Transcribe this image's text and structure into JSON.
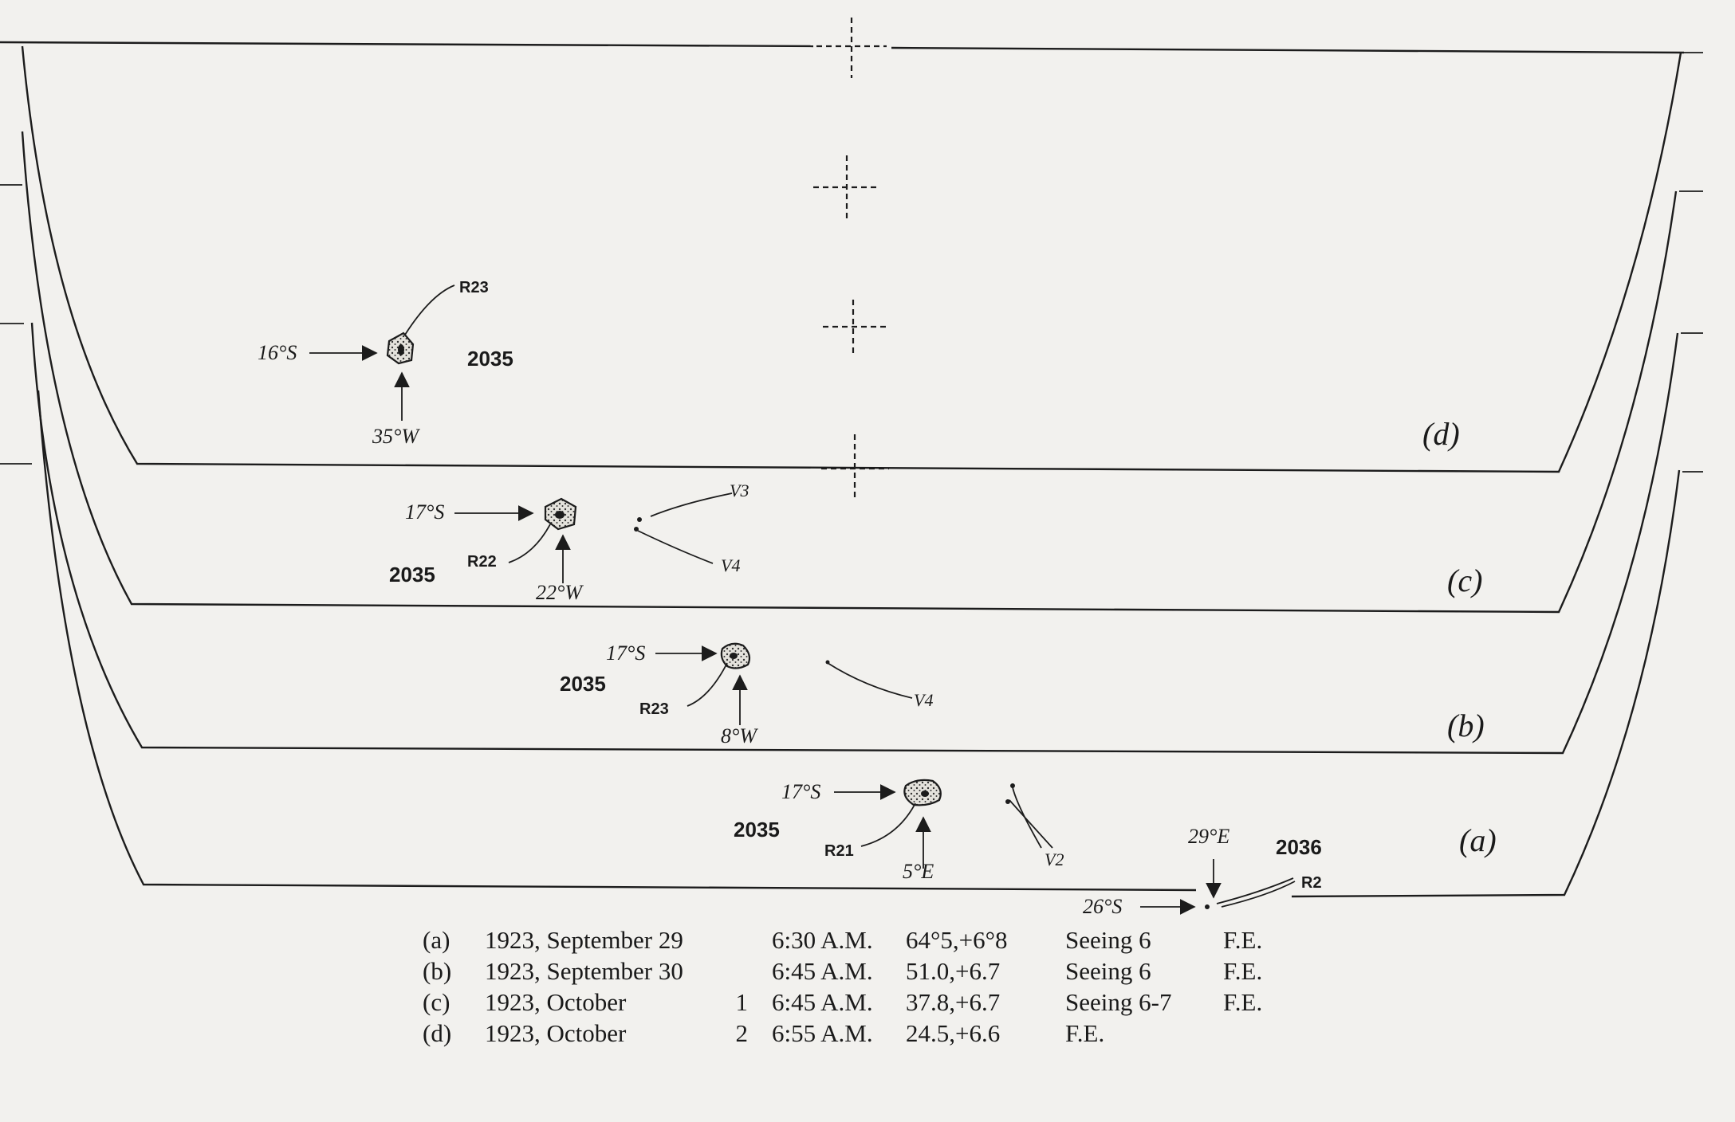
{
  "panels": [
    {
      "id": "(d)",
      "spot": "2035",
      "lat": "16°S",
      "lon": "35°W",
      "ref": "R23",
      "markers": []
    },
    {
      "id": "(c)",
      "spot": "2035",
      "lat": "17°S",
      "lon": "22°W",
      "ref": "R22",
      "markers": [
        "V3",
        "V4"
      ]
    },
    {
      "id": "(b)",
      "spot": "2035",
      "lat": "17°S",
      "lon": "8°W",
      "ref": "R23",
      "markers": [
        "V4"
      ]
    },
    {
      "id": "(a)",
      "spot": "2035",
      "lat": "17°S",
      "lon": "5°E",
      "ref": "R21",
      "markers": [
        "V2"
      ],
      "second_spot": {
        "spot": "2036",
        "lat": "26°S",
        "lon": "29°E",
        "ref": "R2"
      }
    }
  ],
  "captions": [
    {
      "id": "(a)",
      "date": "1923, September 29",
      "day": "",
      "time": "6:30 A.M.",
      "pos": "64°5,+6°8",
      "seeing": "Seeing 6",
      "observer": "F.E."
    },
    {
      "id": "(b)",
      "date": "1923, September 30",
      "day": "",
      "time": "6:45 A.M.",
      "pos": "51.0,+6.7",
      "seeing": "Seeing 6",
      "observer": "F.E."
    },
    {
      "id": "(c)",
      "date": "1923, October",
      "day": "1",
      "time": "6:45 A.M.",
      "pos": "37.8,+6.7",
      "seeing": "Seeing 6-7",
      "observer": "F.E."
    },
    {
      "id": "(d)",
      "date": "1923, October",
      "day": "2",
      "time": "6:55 A.M.",
      "pos": "24.5,+6.6",
      "seeing": "",
      "observer": "F.E."
    }
  ]
}
